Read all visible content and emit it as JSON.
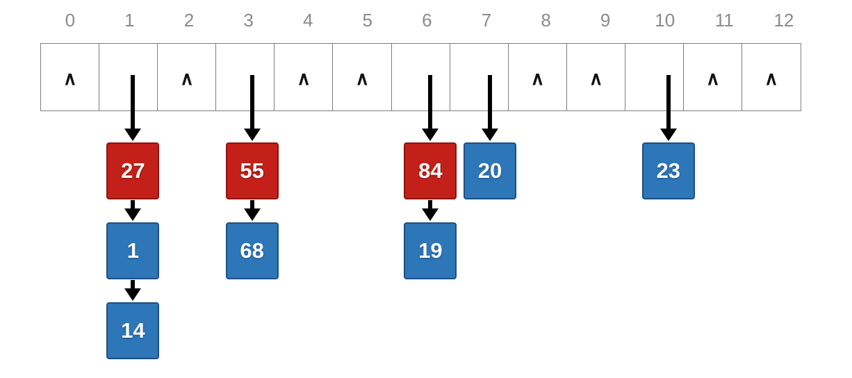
{
  "diagram": {
    "type": "hash-table-separate-chaining",
    "array": {
      "cell_count": 13,
      "null_marker": "∧",
      "cells": [
        {
          "index": "0",
          "state": "empty"
        },
        {
          "index": "1",
          "state": "pointer"
        },
        {
          "index": "2",
          "state": "empty"
        },
        {
          "index": "3",
          "state": "pointer"
        },
        {
          "index": "4",
          "state": "empty"
        },
        {
          "index": "5",
          "state": "empty"
        },
        {
          "index": "6",
          "state": "pointer"
        },
        {
          "index": "7",
          "state": "pointer"
        },
        {
          "index": "8",
          "state": "empty"
        },
        {
          "index": "9",
          "state": "empty"
        },
        {
          "index": "10",
          "state": "pointer"
        },
        {
          "index": "11",
          "state": "empty"
        },
        {
          "index": "12",
          "state": "empty"
        }
      ]
    },
    "chains": [
      {
        "bucket": 1,
        "nodes": [
          {
            "value": "27",
            "color": "red"
          },
          {
            "value": "1",
            "color": "blue"
          },
          {
            "value": "14",
            "color": "blue"
          }
        ]
      },
      {
        "bucket": 3,
        "nodes": [
          {
            "value": "55",
            "color": "red"
          },
          {
            "value": "68",
            "color": "blue"
          }
        ]
      },
      {
        "bucket": 6,
        "nodes": [
          {
            "value": "84",
            "color": "red"
          },
          {
            "value": "19",
            "color": "blue"
          }
        ]
      },
      {
        "bucket": 7,
        "nodes": [
          {
            "value": "20",
            "color": "blue"
          }
        ]
      },
      {
        "bucket": 10,
        "nodes": [
          {
            "value": "23",
            "color": "blue"
          }
        ]
      }
    ],
    "colors": {
      "node_red": "#c22018",
      "node_red_border": "#8c1410",
      "node_blue": "#2d76b8",
      "node_blue_border": "#1c4f82",
      "node_text": "#ffffff",
      "arrow": "#000000",
      "cell_border": "#7e7e7e",
      "index_label": "#8a8a8a",
      "background": "#ffffff"
    }
  }
}
